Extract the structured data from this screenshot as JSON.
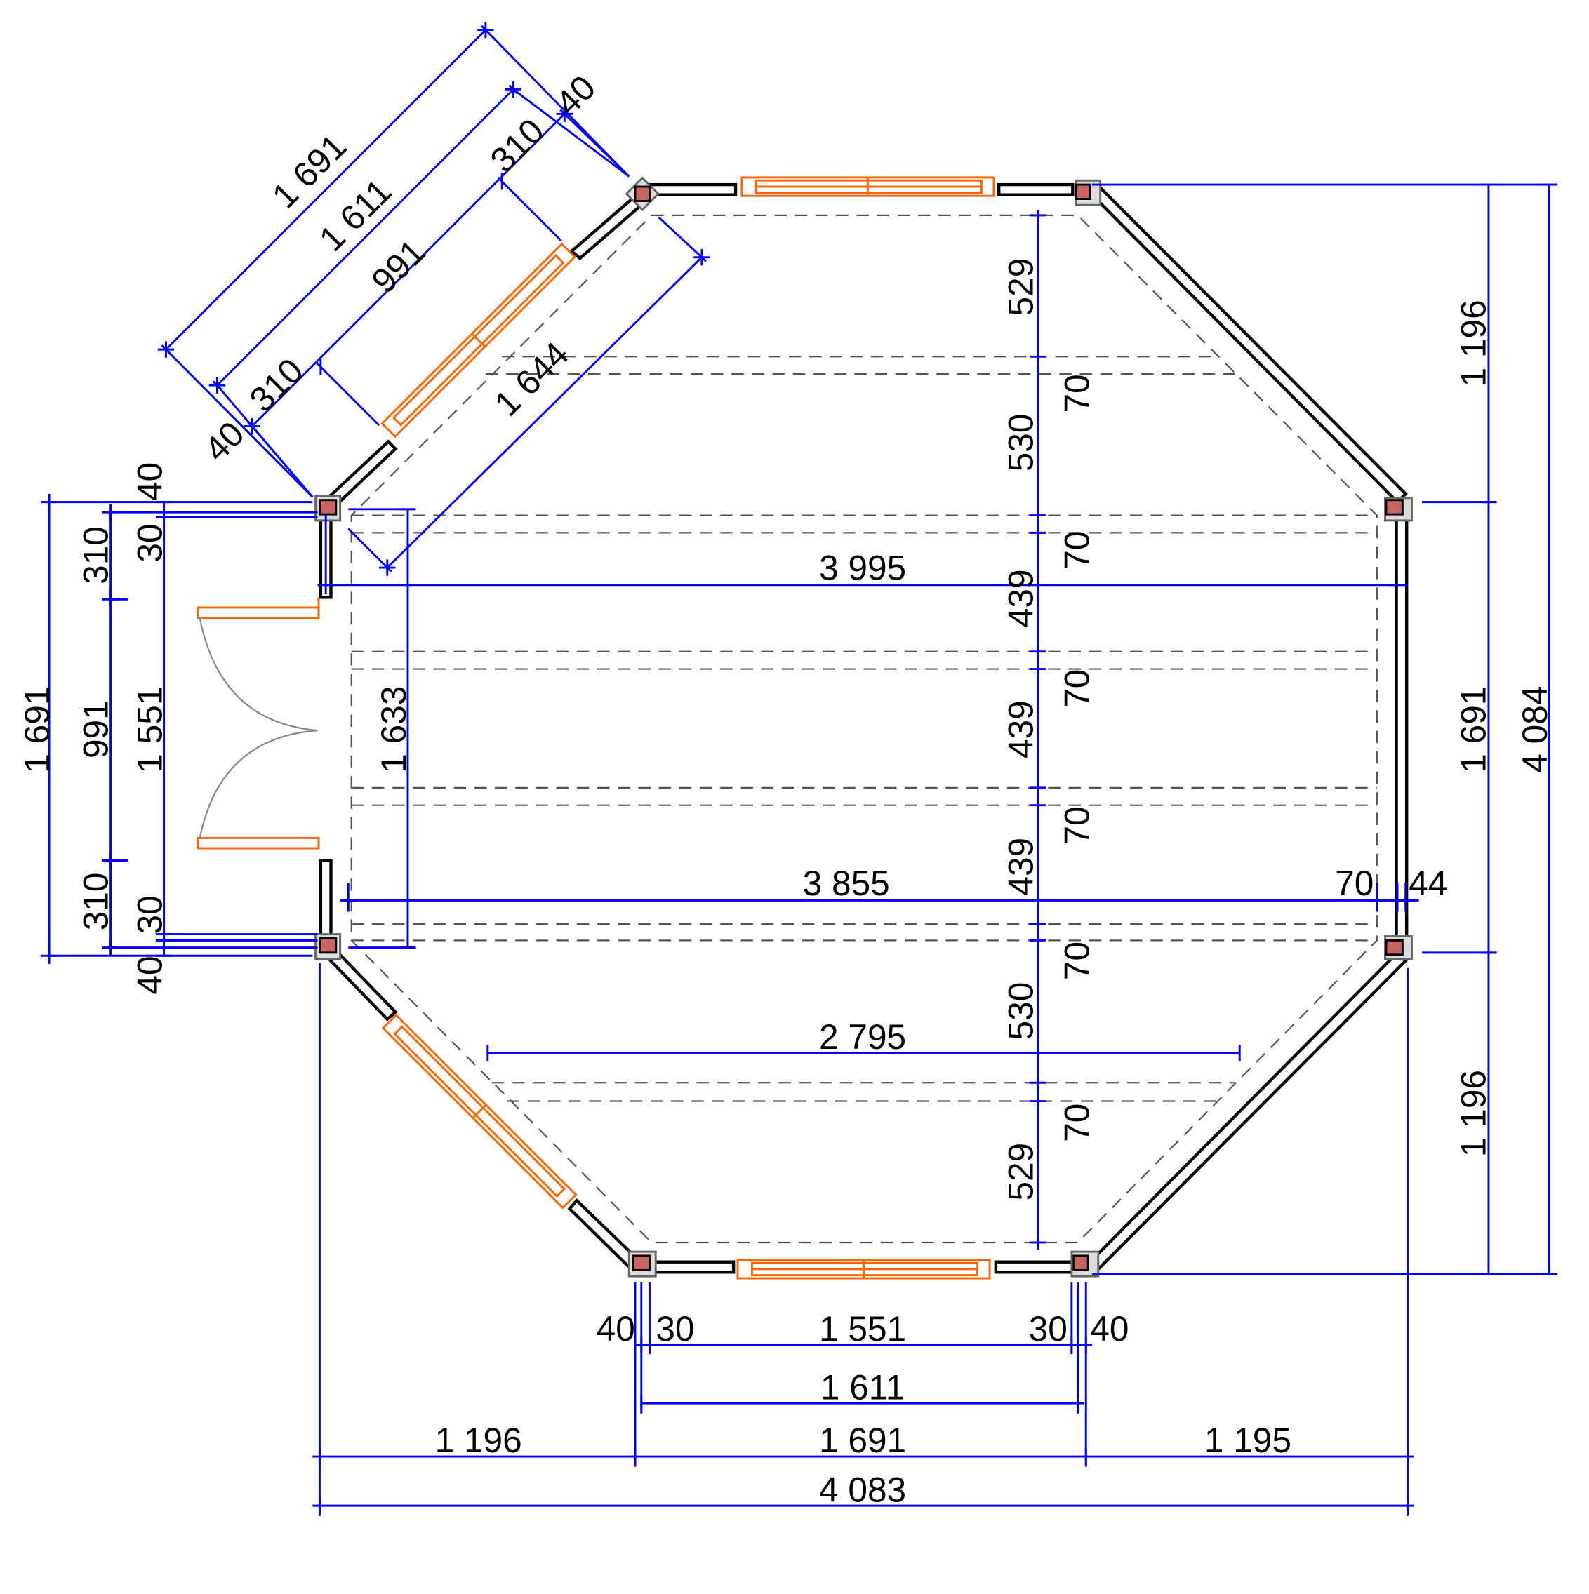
{
  "colors": {
    "dimension": "#0000ff",
    "window": "#ff6600",
    "wall": "#000000",
    "post": "#c86464",
    "hidden_line": "#555555"
  },
  "dimensions": {
    "top_left": {
      "d1691": "1 691",
      "d1611": "1 611",
      "d991": "991",
      "d310a": "310",
      "d310b": "310",
      "d40a": "40",
      "d40b": "40",
      "d1644": "1 644"
    },
    "left": {
      "d1691": "1 691",
      "d1551": "1 551",
      "d991": "991",
      "d310a": "310",
      "d310b": "310",
      "d40a": "40",
      "d40b": "40",
      "d30a": "30",
      "d30b": "30",
      "d1633": "1 633"
    },
    "interior": {
      "d3995": "3 995",
      "d3855": "3 855",
      "d2795": "2 795",
      "d70r": "70",
      "d44": "44"
    },
    "vertical_chain": [
      "529",
      "70",
      "530",
      "70",
      "439",
      "70",
      "439",
      "70",
      "439",
      "70",
      "530",
      "70",
      "529"
    ],
    "right": {
      "top": "1 196",
      "mid": "1 691",
      "bot": "1 196",
      "total": "4 084"
    },
    "bottom": {
      "d40a": "40",
      "d30a": "30",
      "d1551": "1 551",
      "d30b": "30",
      "d40b": "40",
      "d1611": "1 611",
      "d1196": "1 196",
      "d1691": "1 691",
      "d1195": "1 195",
      "d4083": "4 083"
    }
  }
}
